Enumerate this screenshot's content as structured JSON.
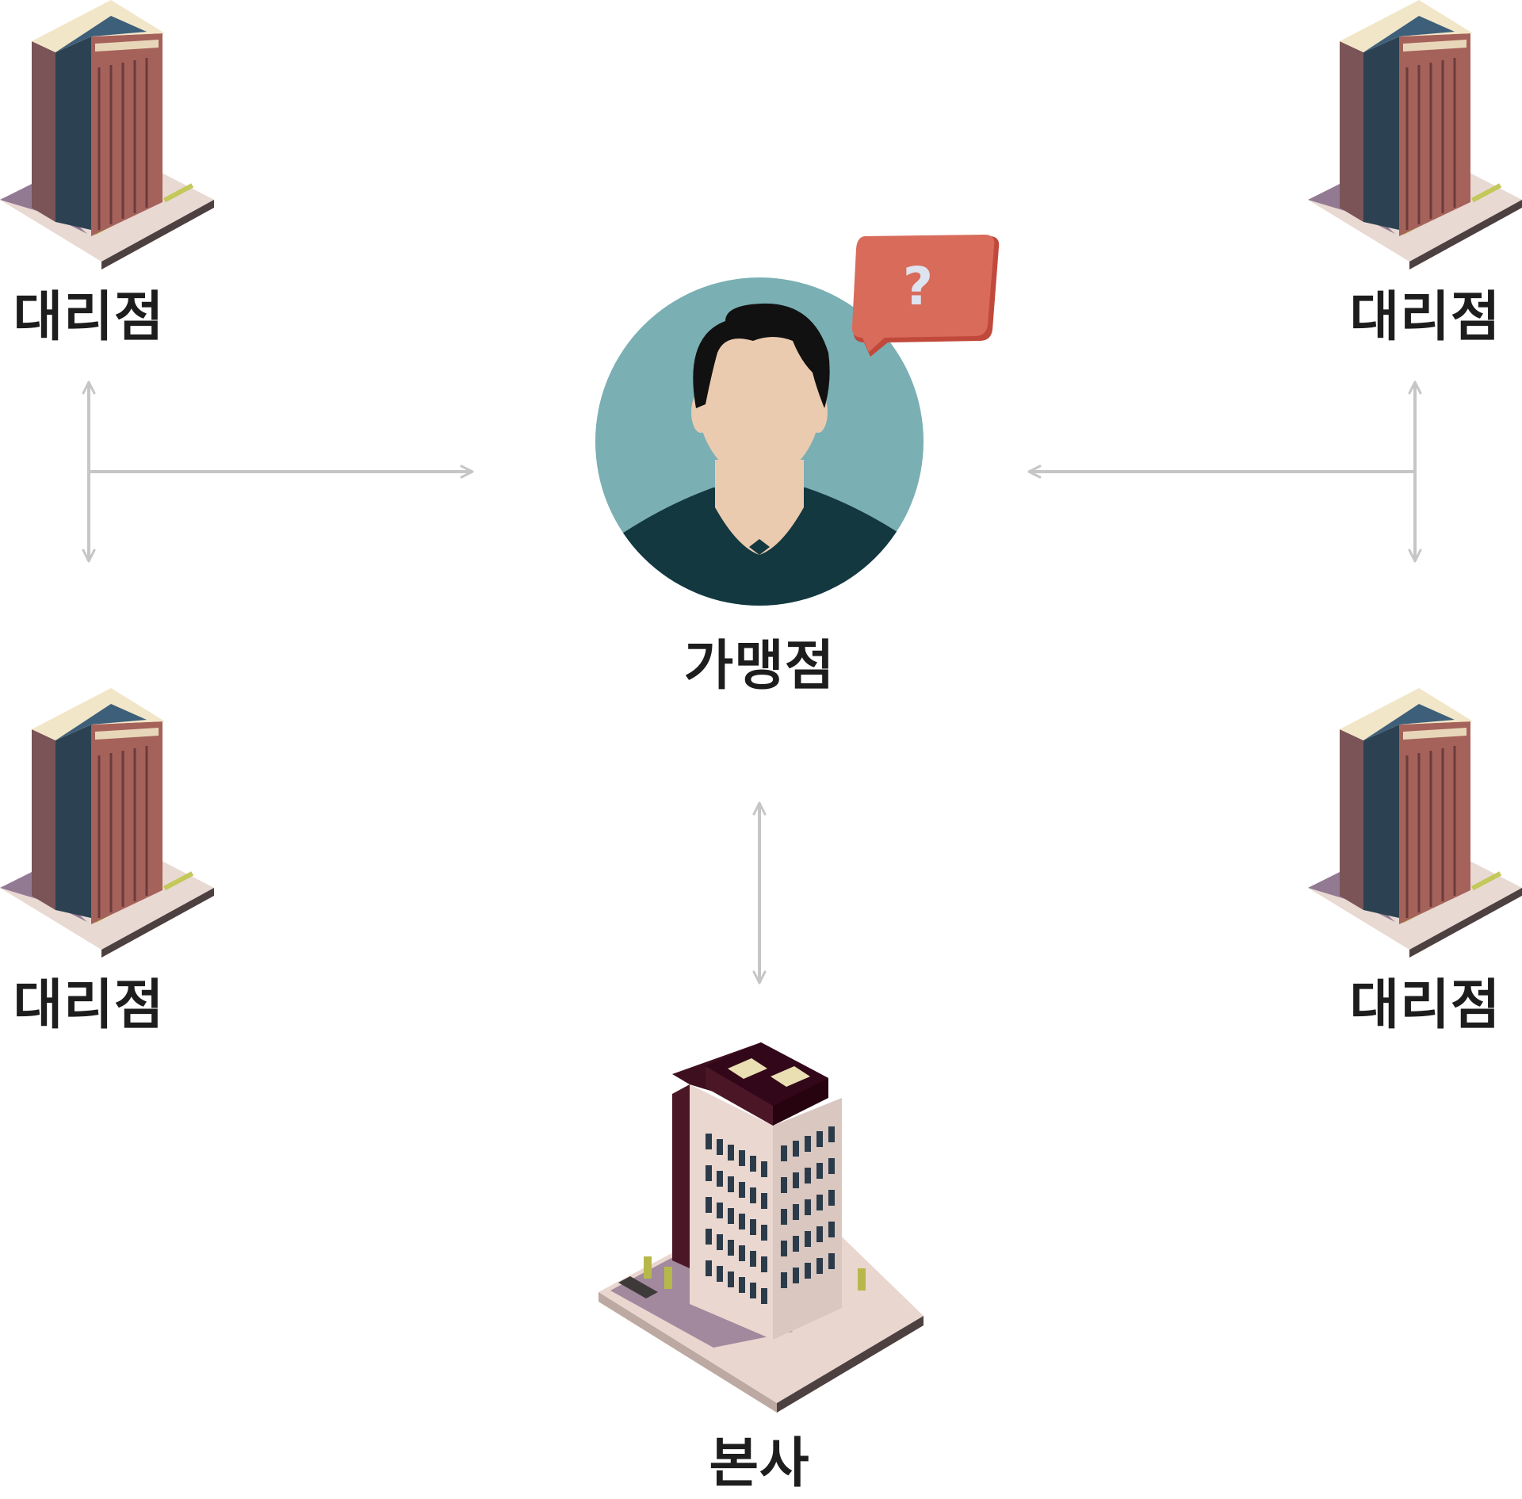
{
  "diagram": {
    "center_node": {
      "label": "가맹점",
      "speech_bubble_icon": "question-mark-icon"
    },
    "branches": [
      {
        "label": "대리점"
      },
      {
        "label": "대리점"
      },
      {
        "label": "대리점"
      },
      {
        "label": "대리점"
      }
    ],
    "headquarters": {
      "label": "본사"
    },
    "colors": {
      "connector": "#c6c6c6",
      "avatar_background": "#7aafb3",
      "shirt": "#13383f",
      "skin": "#ebcbb0",
      "hair": "#111111",
      "speech_bubble": "#d96b5b",
      "label_text": "#1d1d1d"
    }
  }
}
